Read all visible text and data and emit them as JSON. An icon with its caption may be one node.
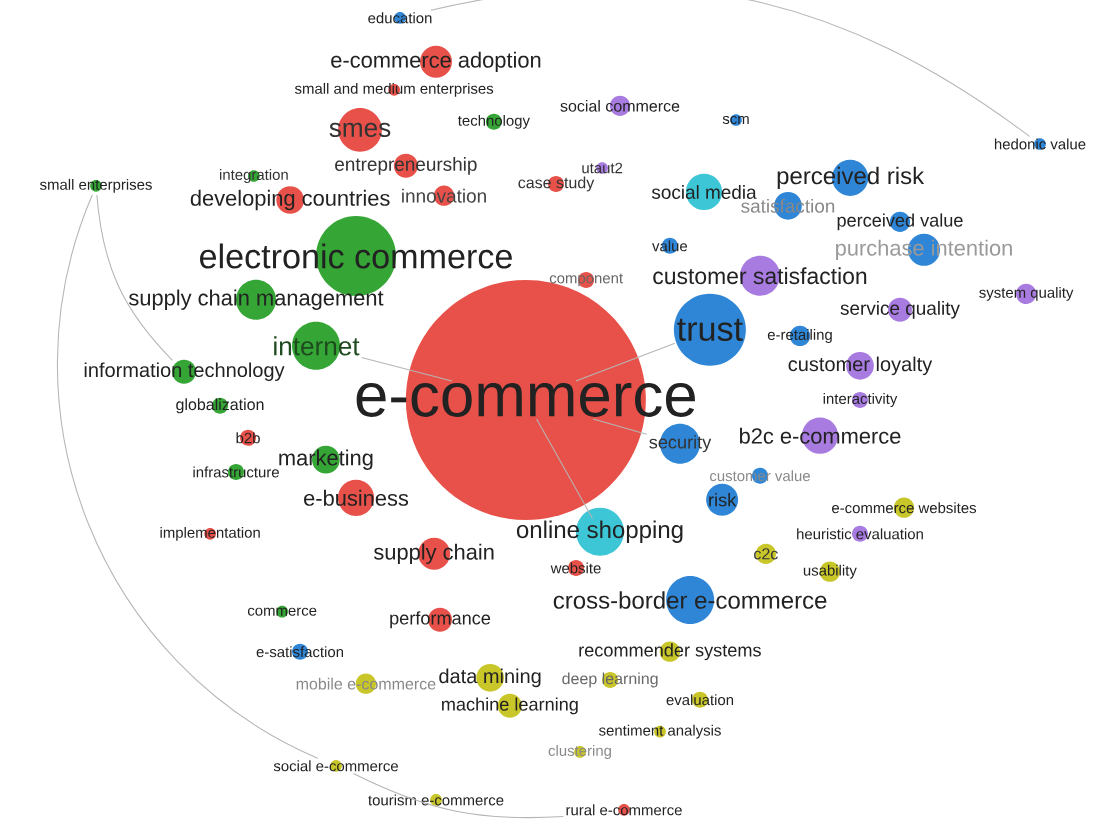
{
  "diagram": {
    "nodes": [
      {
        "text": [
          "e-commerce"
        ]
      },
      {
        "text": [
          "electronic commerce"
        ]
      },
      {
        "text": [
          "internet"
        ]
      },
      {
        "text": [
          "trust"
        ]
      },
      {
        "text": [
          "smes"
        ]
      },
      {
        "text": [
          "e-commerce adoption"
        ]
      },
      {
        "text": [
          "education"
        ]
      },
      {
        "text": [
          "small and medium enterprises"
        ]
      },
      {
        "text": [
          "technology"
        ]
      },
      {
        "text": [
          "entrepreneurship"
        ]
      },
      {
        "text": [
          "innovation"
        ]
      },
      {
        "text": [
          "case study"
        ]
      },
      {
        "text": [
          "developing countries"
        ]
      },
      {
        "text": [
          "integration"
        ]
      },
      {
        "text": [
          "small enterprises"
        ]
      },
      {
        "text": [
          "supply chain management"
        ]
      },
      {
        "text": [
          "information technology"
        ]
      },
      {
        "text": [
          "globalization"
        ]
      },
      {
        "text": [
          "b2b"
        ]
      },
      {
        "text": [
          "infrastructure"
        ]
      },
      {
        "text": [
          "marketing"
        ]
      },
      {
        "text": [
          "e-business"
        ]
      },
      {
        "text": [
          "implementation"
        ]
      },
      {
        "text": [
          "supply chain"
        ]
      },
      {
        "text": [
          "commerce"
        ]
      },
      {
        "text": [
          "performance"
        ]
      },
      {
        "text": [
          "e-satisfaction"
        ]
      },
      {
        "text": [
          "mobile e-commerce"
        ]
      },
      {
        "text": [
          "data mining"
        ]
      },
      {
        "text": [
          "machine learning"
        ]
      },
      {
        "text": [
          "sentiment analysis"
        ]
      },
      {
        "text": [
          "clustering"
        ]
      },
      {
        "text": [
          "social e-commerce"
        ]
      },
      {
        "text": [
          "tourism e-commerce"
        ]
      },
      {
        "text": [
          "rural e-commerce"
        ]
      },
      {
        "text": [
          "evaluation"
        ]
      },
      {
        "text": [
          "deep learning"
        ]
      },
      {
        "text": [
          "recommender systems"
        ]
      },
      {
        "text": [
          "cross-border e-commerce"
        ]
      },
      {
        "text": [
          "online shopping"
        ]
      },
      {
        "text": [
          "website"
        ]
      },
      {
        "text": [
          "usability"
        ]
      },
      {
        "text": [
          "c2c"
        ]
      },
      {
        "text": [
          "heuristic evaluation"
        ]
      },
      {
        "text": [
          "e-commerce websites"
        ]
      },
      {
        "text": [
          "risk"
        ]
      },
      {
        "text": [
          "customer value"
        ]
      },
      {
        "text": [
          "b2c e-commerce"
        ]
      },
      {
        "text": [
          "interactivity"
        ]
      },
      {
        "text": [
          "customer loyalty"
        ]
      },
      {
        "text": [
          "e-retailing"
        ]
      },
      {
        "text": [
          "service quality"
        ]
      },
      {
        "text": [
          "system quality"
        ]
      },
      {
        "text": [
          "customer satisfaction"
        ]
      },
      {
        "text": [
          "purchase intention"
        ]
      },
      {
        "text": [
          "perceived value"
        ]
      },
      {
        "text": [
          "perceived risk"
        ]
      },
      {
        "text": [
          "satisfaction"
        ]
      },
      {
        "text": [
          "social media"
        ]
      },
      {
        "text": [
          "social commerce"
        ]
      },
      {
        "text": [
          "scm"
        ]
      },
      {
        "text": [
          "hedonic value"
        ]
      },
      {
        "text": [
          "utaut2"
        ]
      },
      {
        "text": [
          "value"
        ]
      },
      {
        "text": [
          "component"
        ]
      },
      {
        "text": [
          "security"
        ]
      }
    ],
    "edges": [
      {
        "from": 0,
        "to": 2,
        "arrow": "none"
      },
      {
        "from": 0,
        "to": 3,
        "arrow": "none"
      },
      {
        "from": 0,
        "to": 39,
        "arrow": "none"
      },
      {
        "from": 0,
        "to": 65,
        "arrow": "none"
      },
      {
        "from": 14,
        "to": 16,
        "arrow": "none"
      },
      {
        "from": 14,
        "to": 32,
        "arrow": "none"
      },
      {
        "from": 6,
        "to": 61,
        "arrow": "none"
      },
      {
        "from": 32,
        "to": 34,
        "arrow": "none"
      }
    ]
  }
}
